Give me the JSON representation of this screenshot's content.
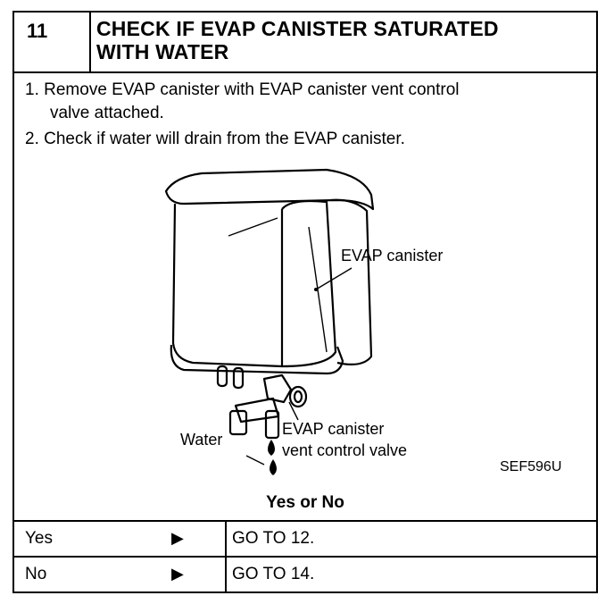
{
  "header": {
    "step_number": "11",
    "title_line1": "CHECK IF EVAP CANISTER SATURATED",
    "title_line2": "WITH WATER"
  },
  "steps": [
    {
      "num": "1.",
      "text_line1": "Remove EVAP canister with EVAP canister vent control",
      "text_line2": "valve attached."
    },
    {
      "num": "2.",
      "text_line1": "Check if water will drain from the EVAP canister."
    }
  ],
  "figure": {
    "label_canister": "EVAP canister",
    "label_valve_line1": "EVAP canister",
    "label_valve_line2": "vent control valve",
    "label_water": "Water",
    "ref_code": "SEF596U"
  },
  "question": "Yes or No",
  "answers": [
    {
      "answer": "Yes",
      "arrow": "▶",
      "action": "GO TO 12."
    },
    {
      "answer": "No",
      "arrow": "▶",
      "action": "GO TO 14."
    }
  ]
}
